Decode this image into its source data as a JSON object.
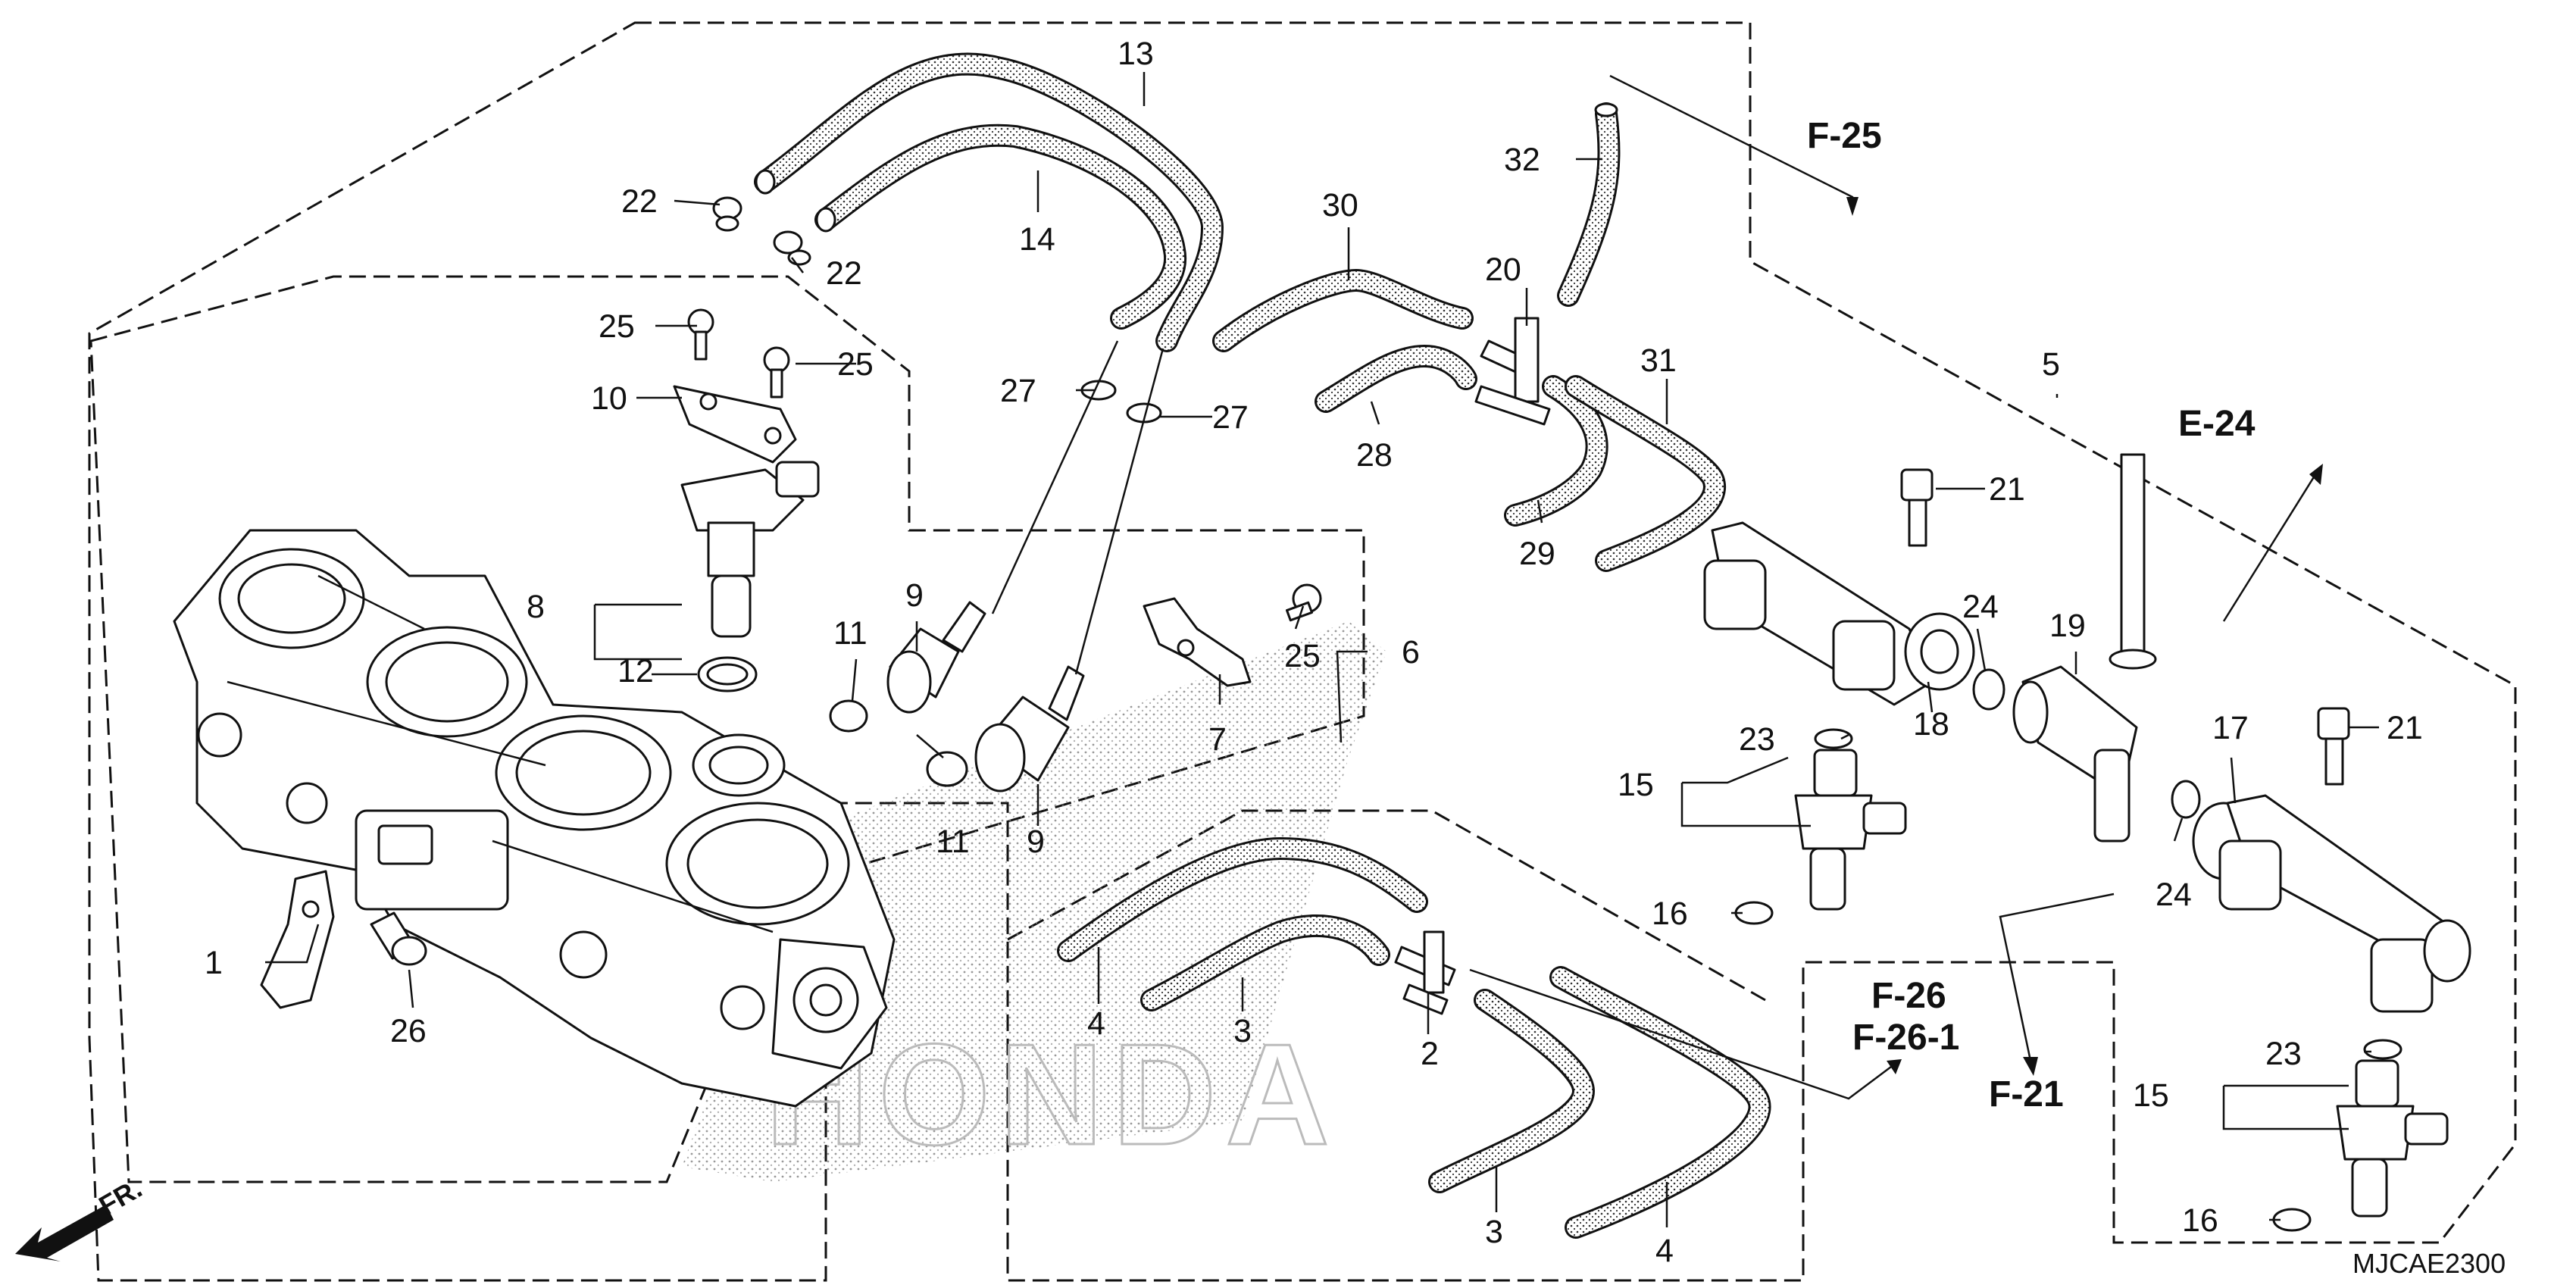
{
  "callouts": {
    "c1": "1",
    "c2": "2",
    "c3a": "3",
    "c3b": "3",
    "c4a": "4",
    "c4b": "4",
    "c5": "5",
    "c6": "6",
    "c7": "7",
    "c8": "8",
    "c9a": "9",
    "c9b": "9",
    "c10": "10",
    "c11a": "11",
    "c11b": "11",
    "c12": "12",
    "c13": "13",
    "c14": "14",
    "c15a": "15",
    "c15b": "15",
    "c16a": "16",
    "c16b": "16",
    "c17": "17",
    "c18": "18",
    "c19": "19",
    "c20": "20",
    "c21a": "21",
    "c21b": "21",
    "c22a": "22",
    "c22b": "22",
    "c23a": "23",
    "c23b": "23",
    "c24a": "24",
    "c24b": "24",
    "c25a": "25",
    "c25b": "25",
    "c25c": "25",
    "c26": "26",
    "c27a": "27",
    "c27b": "27",
    "c28": "28",
    "c29": "29",
    "c30": "30",
    "c31": "31",
    "c32": "32"
  },
  "references": {
    "f25": "F-25",
    "e24": "E-24",
    "f26": "F-26",
    "f26_1": "F-26-1",
    "f21": "F-21"
  },
  "diagram_code": "MJCAE2300",
  "front_marker": "FR.",
  "watermark": "HONDA"
}
